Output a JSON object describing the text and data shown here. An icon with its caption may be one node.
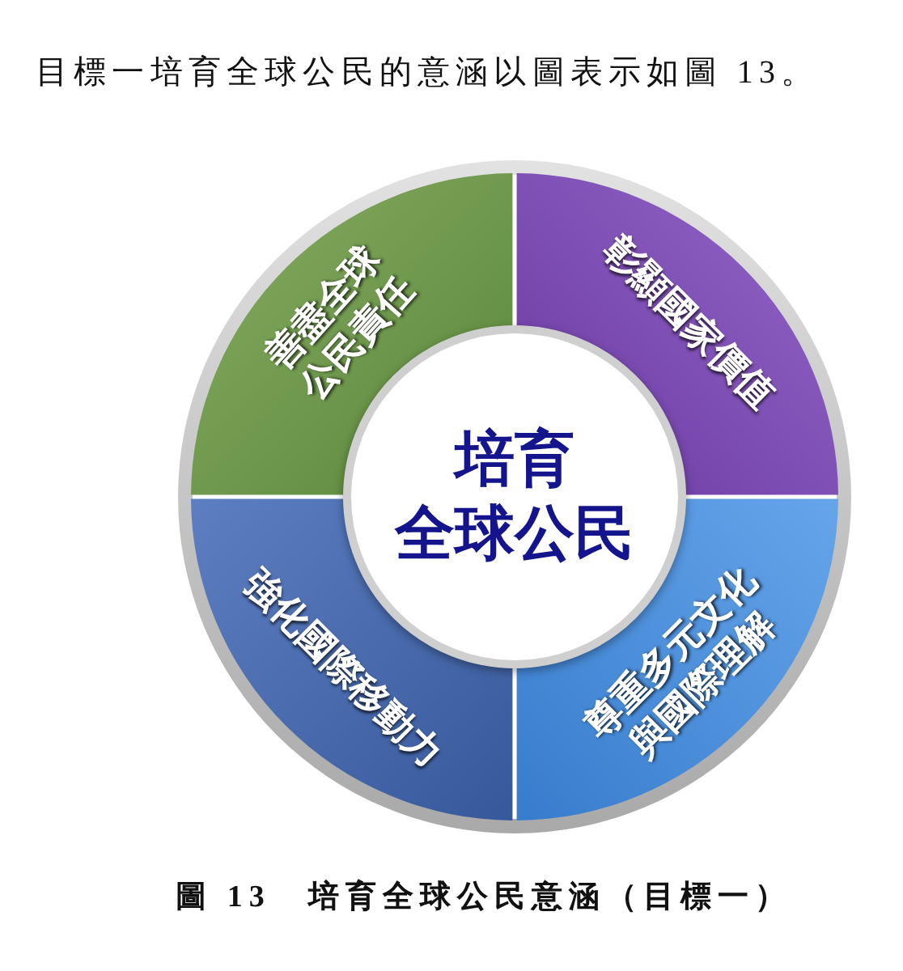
{
  "diagram": {
    "caption": "圖 13　培育全球公民意涵（目標一）",
    "nodes": [
      {
        "text": [
          "善盡全球公民責任"
        ]
      },
      {
        "text": [
          "彰顯國家價值"
        ]
      },
      {
        "text": [
          "培育全球公民"
        ]
      },
      {
        "text": [
          "強化國際移動力"
        ]
      },
      {
        "text": [
          "尊重多元文化與國際理解"
        ]
      }
    ],
    "labels": [
      "目標一培育全球公民的意涵以圖表示如圖 13。"
    ]
  }
}
